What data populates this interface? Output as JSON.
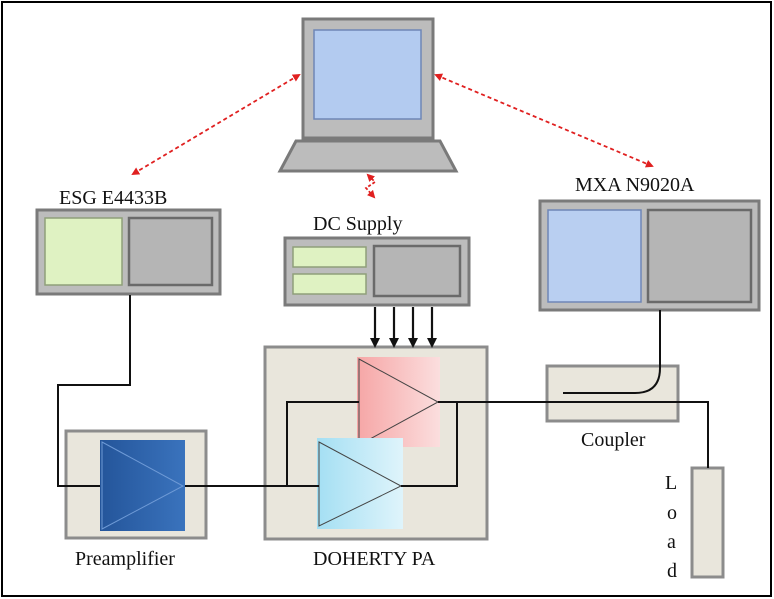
{
  "labels": {
    "esg": "ESG E4433B",
    "dc_supply": "DC Supply",
    "mxa": "MXA N9020A",
    "coupler": "Coupler",
    "preamplifier": "Preamplifier",
    "doherty": "DOHERTY PA",
    "load_letters": [
      "L",
      "o",
      "a",
      "d"
    ]
  },
  "colors": {
    "box_fill": "#e9e6dc",
    "box_stroke": "#8c8c8c",
    "instrument_fill": "#bcbcbc",
    "instrument_stroke": "#777777",
    "esg_screen": "#dff2c2",
    "mxa_screen": "#b9cff1",
    "laptop_screen": "#b3cbf0",
    "preamp": "#2e62a8",
    "amp_peak": "#f4b0b0",
    "amp_main": "#aee3f5",
    "control_link": "#e02020",
    "rf_line": "#111111"
  }
}
